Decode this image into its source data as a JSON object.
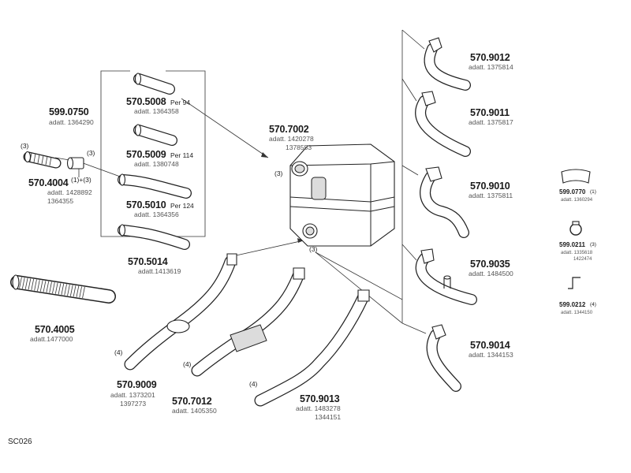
{
  "diagram_ref": "SC026",
  "parts": [
    {
      "number": "599.0750",
      "adatt": [
        "adatt. 1364290"
      ]
    },
    {
      "number": "570.4004",
      "adatt": [
        "adatt. 1428892",
        "1364355"
      ]
    },
    {
      "number": "570.4005",
      "adatt": [
        "adatt.1477000"
      ]
    },
    {
      "number": "570.5008",
      "note": "Per  94",
      "adatt": [
        "adatt. 1364358"
      ]
    },
    {
      "number": "570.5009",
      "note": "Per  114",
      "adatt": [
        "adatt. 1380748"
      ]
    },
    {
      "number": "570.5010",
      "note": "Per  124",
      "adatt": [
        "adatt. 1364356"
      ]
    },
    {
      "number": "570.5014",
      "adatt": [
        "adatt.1413619"
      ]
    },
    {
      "number": "570.7002",
      "adatt": [
        "adatt. 1420278",
        "1378553"
      ]
    },
    {
      "number": "570.9009",
      "adatt": [
        "adatt. 1373201",
        "1397273"
      ]
    },
    {
      "number": "570.7012",
      "adatt": [
        "adatt. 1405350"
      ]
    },
    {
      "number": "570.9013",
      "adatt": [
        "adatt. 1483278",
        "1344151"
      ]
    },
    {
      "number": "570.9012",
      "adatt": [
        "adatt. 1375814"
      ]
    },
    {
      "number": "570.9011",
      "adatt": [
        "adatt. 1375817"
      ]
    },
    {
      "number": "570.9010",
      "adatt": [
        "adatt. 1375811"
      ]
    },
    {
      "number": "570.9035",
      "adatt": [
        "adatt. 1484500"
      ]
    },
    {
      "number": "570.9014",
      "adatt": [
        "adatt. 1344153"
      ]
    },
    {
      "number": "599.0770",
      "note": "(1)",
      "adatt": [
        "adatt. 1360294"
      ]
    },
    {
      "number": "599.0211",
      "note": "(3)",
      "adatt": [
        "adatt. 1335618",
        "1422474"
      ]
    },
    {
      "number": "599.0212",
      "note": "(4)",
      "adatt": [
        "adatt. 1344150"
      ]
    }
  ],
  "callouts": {
    "c1": "(3)",
    "c2": "(3)",
    "c3": "(1)+(3)",
    "c4": "(3)",
    "c5": "(3)",
    "c6": "(4)",
    "c7": "(4)",
    "c8": "(4)"
  }
}
